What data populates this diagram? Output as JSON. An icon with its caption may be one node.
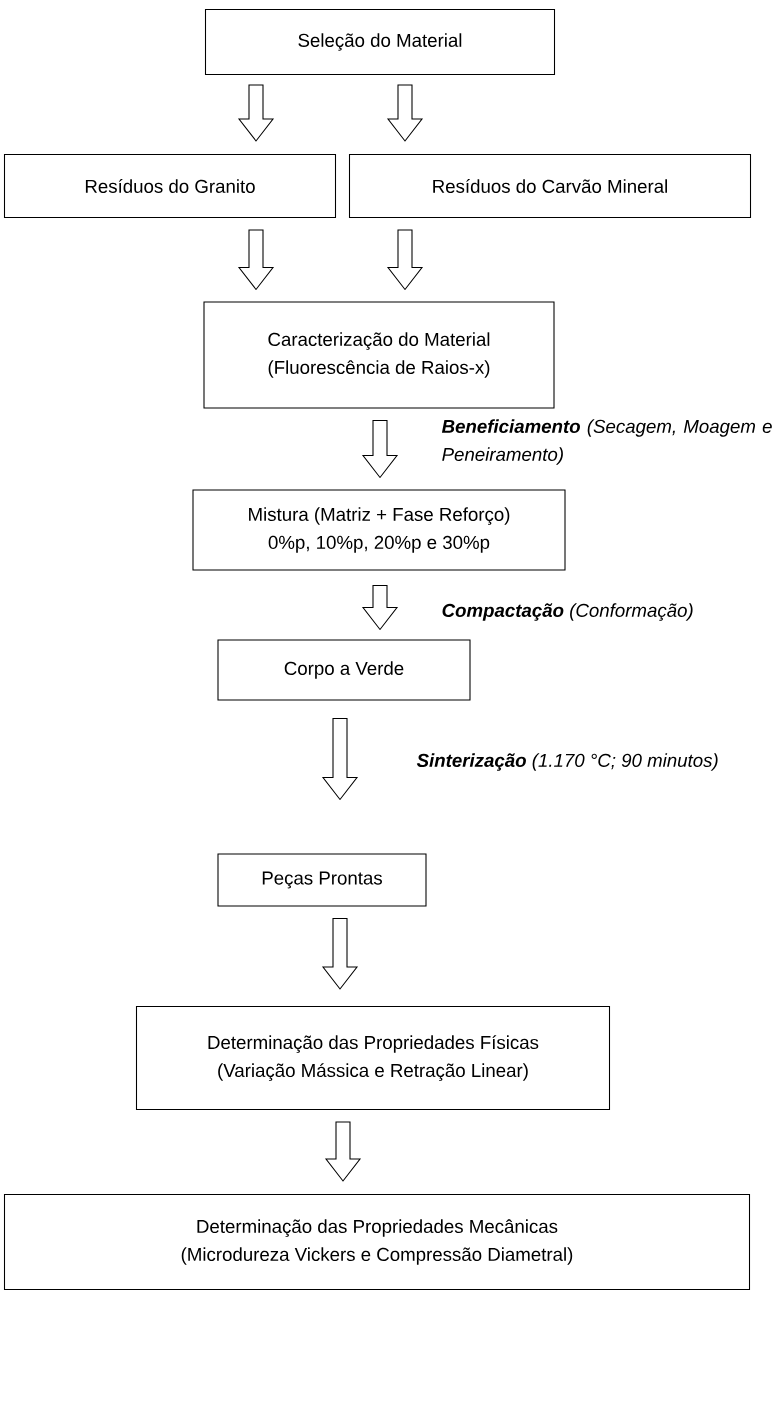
{
  "diagram": {
    "nodes": [
      {
        "text": [
          "Seleção do Material"
        ]
      },
      {
        "text": [
          "Resíduos do Granito"
        ]
      },
      {
        "text": [
          "Resíduos do Carvão Mineral"
        ]
      },
      {
        "text": [
          "Caracterização do Material",
          "(Fluorescência de Raios-x)"
        ]
      },
      {
        "text": [
          "Mistura (Matriz + Fase Reforço)",
          "0%p, 10%p, 20%p e 30%p"
        ]
      },
      {
        "text": [
          "Corpo a Verde"
        ]
      },
      {
        "text": [
          "Peças Prontas"
        ]
      },
      {
        "text": [
          "Determinação das Propriedades Físicas",
          "(Variação Mássica e Retração Linear)"
        ]
      },
      {
        "text": [
          "Determinação das Propriedades Mecânicas",
          "(Microdureza Vickers e Compressão Diametral)"
        ]
      }
    ],
    "edges": [
      {
        "from": 0,
        "to": 1,
        "arrow": "to"
      },
      {
        "from": 0,
        "to": 2,
        "arrow": "to"
      },
      {
        "from": 1,
        "to": 3,
        "arrow": "to"
      },
      {
        "from": 2,
        "to": 3,
        "arrow": "to"
      },
      {
        "from": 3,
        "to": 4,
        "arrow": "to",
        "label": "**Beneficiamento** (Secagem, Moagem e Peneiramento)"
      },
      {
        "from": 4,
        "to": 5,
        "arrow": "to",
        "label": "**Compactação** (Conformação)"
      },
      {
        "from": 5,
        "to": 6,
        "arrow": "to",
        "label": "**Sinterização** (1.170 °C; 90 minutos)"
      },
      {
        "from": 6,
        "to": 7,
        "arrow": "to"
      },
      {
        "from": 7,
        "to": 8,
        "arrow": "to"
      }
    ]
  }
}
